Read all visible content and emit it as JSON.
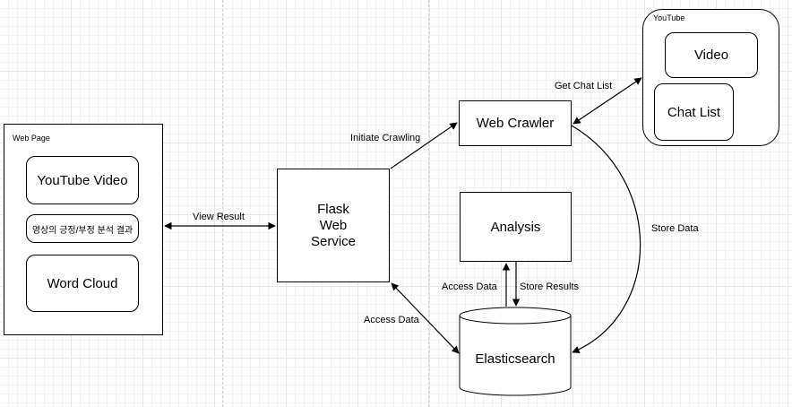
{
  "web_page": {
    "title": "Web Page",
    "items": [
      "YouTube  Video",
      "영상의 긍정/부정 분석 결과",
      "Word Cloud"
    ]
  },
  "flask": {
    "line1": "Flask",
    "line2": "Web",
    "line3": "Service"
  },
  "web_crawler": {
    "label": "Web Crawler"
  },
  "analysis": {
    "label": "Analysis"
  },
  "elasticsearch": {
    "label": "Elasticsearch"
  },
  "youtube": {
    "title": "YouTube",
    "video": "Video",
    "chat_list": "Chat List"
  },
  "edges": {
    "view_result": "View Result",
    "initiate_crawling": "Initiate Crawling",
    "get_chat_list": "Get Chat List",
    "store_data": "Store Data",
    "access_data_flask": "Access Data",
    "access_data_analysis": "Access Data",
    "store_results": "Store Results"
  }
}
